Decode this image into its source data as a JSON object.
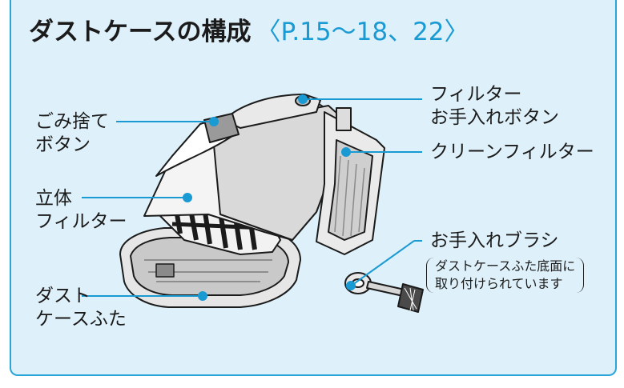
{
  "title": {
    "main": "ダストケースの構成",
    "ref": "〈P.15～18、22〉"
  },
  "callouts": {
    "filter_care_button": [
      "フィルター",
      "お手入れボタン"
    ],
    "dust_dispose_button": [
      "ごみ捨て",
      "ボタン"
    ],
    "clean_filter": "クリーンフィルター",
    "solid_filter": [
      "立体",
      "フィルター"
    ],
    "care_brush": "お手入れブラシ",
    "brush_note": [
      "ダストケースふた底面に",
      "取り付けられています"
    ],
    "dust_case_lid": [
      "ダスト",
      "ケースふた"
    ]
  },
  "colors": {
    "accent": "#29a5d7",
    "panel_bg": "#def0f9",
    "leader": "#1a9ad3"
  }
}
